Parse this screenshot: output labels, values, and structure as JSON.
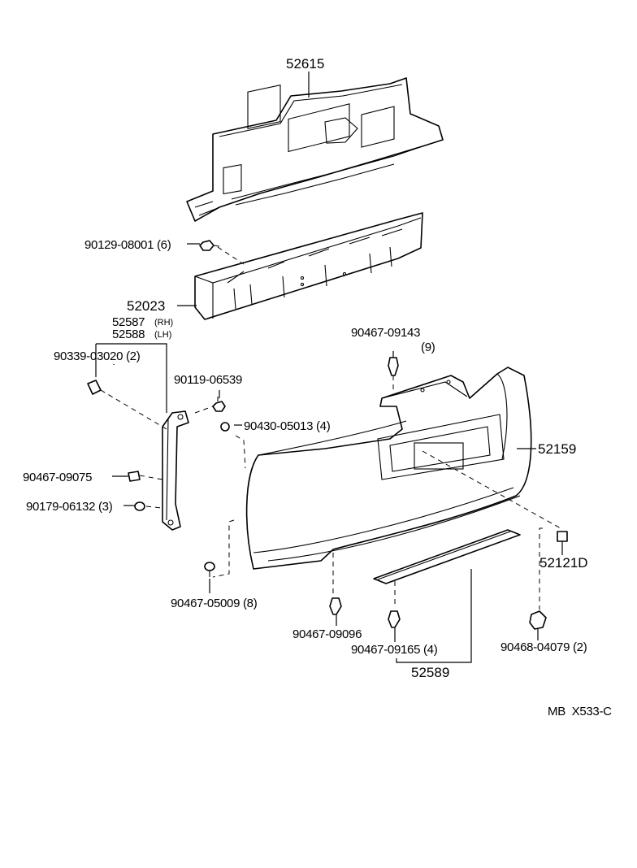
{
  "diagram_code": "MB  X533-C",
  "parts": {
    "p52615": "52615",
    "p90129": "90129-08001 (6)",
    "p52023": "52023",
    "p52587_num": "52587",
    "p52587_side": "(RH)",
    "p52588_num": "52588",
    "p52588_side": "(LH)",
    "p90339": "90339-03020 (2)",
    "p90119": "90119-06539",
    "p90430": "90430-05013 (4)",
    "p90467_09143": "90467-09143",
    "p90467_09143_qty": "(9)",
    "p52159": "52159",
    "p90467_09075": "90467-09075",
    "p90179": "90179-06132 (3)",
    "p52121D": "52121D",
    "p90467_05009": "90467-05009 (8)",
    "p90467_09096": "90467-09096",
    "p90467_09165": "90467-09165 (4)",
    "p90468": "90468-04079 (2)",
    "p52589": "52589"
  }
}
